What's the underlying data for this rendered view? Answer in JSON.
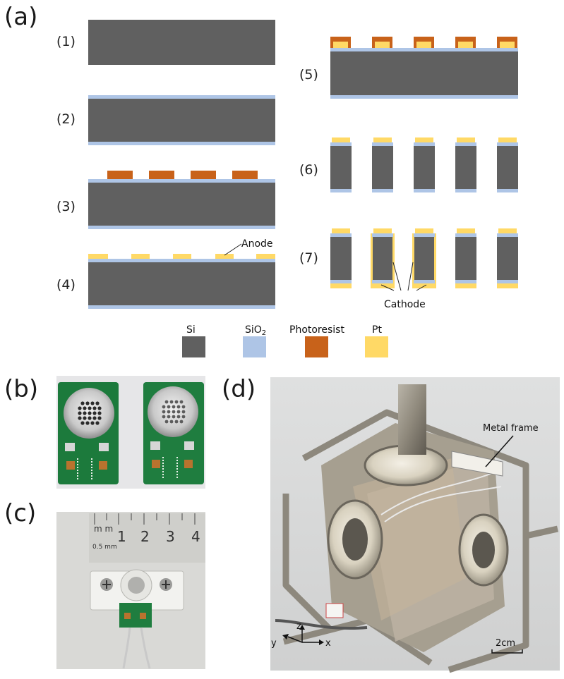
{
  "panels": {
    "a": "(a)",
    "b": "(b)",
    "c": "(c)",
    "d": "(d)"
  },
  "steps": [
    "(1)",
    "(2)",
    "(3)",
    "(4)",
    "(5)",
    "(6)",
    "(7)"
  ],
  "callouts": {
    "anode": "Anode",
    "cathode": "Cathode",
    "metal_frame": "Metal frame"
  },
  "legend": {
    "si": "Si",
    "sio2_main": "SiO",
    "sio2_sub": "2",
    "photoresist": "Photoresist",
    "pt": "Pt"
  },
  "photo_d": {
    "scale_bar": "2cm",
    "axis_x": "x",
    "axis_y": "y",
    "axis_z": "z"
  },
  "colors": {
    "si": "#606060",
    "sio2": "#aec5e6",
    "photoresist": "#c8621a",
    "pt": "#ffd966"
  }
}
